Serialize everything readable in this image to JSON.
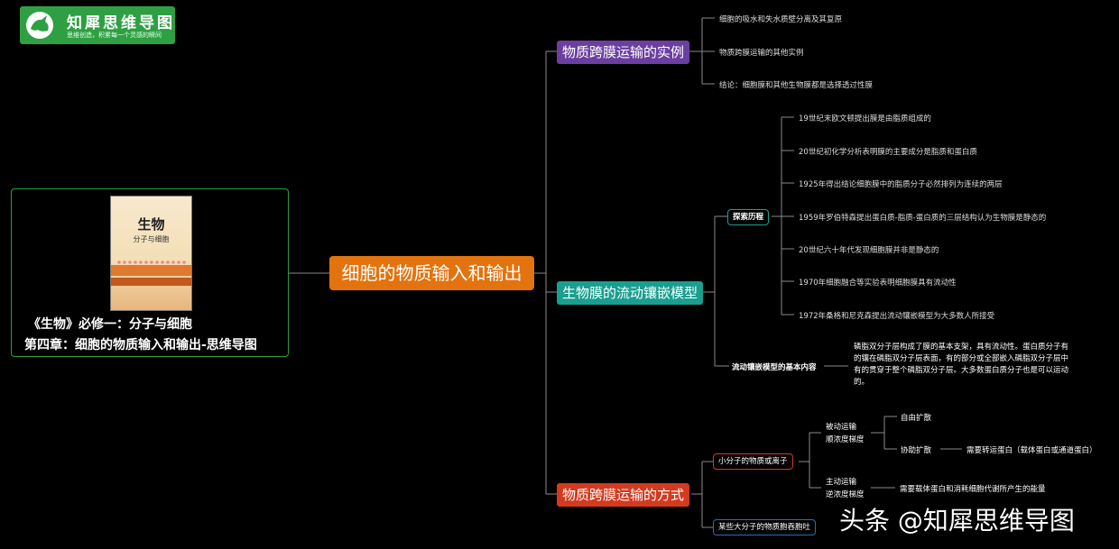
{
  "logo": {
    "title": "知犀思维导图",
    "slogan": "思维创造，积累每一个灵感的瞬间"
  },
  "cover": {
    "book_title": "生物",
    "book_subtitle": "分子与细胞"
  },
  "caption": {
    "line1": "《生物》必修一：分子与细胞",
    "line2": "第四章：细胞的物质输入和输出-思维导图"
  },
  "root": "细胞的物质输入和输出",
  "branch_examples": {
    "label": "物质跨膜运输的实例",
    "items": [
      "细胞的吸水和失水质壁分离及其复原",
      "物质跨膜运输的其他实例",
      "结论：细胞膜和其他生物膜都是选择透过性膜"
    ]
  },
  "branch_model": {
    "label": "生物膜的流动镶嵌模型",
    "history": {
      "label": "探索历程",
      "items": [
        "19世纪末欧文顿提出膜是由脂质组成的",
        "20世纪初化学分析表明膜的主要成分是脂质和蛋白质",
        "1925年得出结论细胞膜中的脂质分子必然排列为连续的两层",
        "1959年罗伯特森提出蛋白质-脂质-蛋白质的三层结构认为生物膜是静态的",
        "20世纪六十年代发现细胞膜并非是静态的",
        "1970年细胞融合等实验表明细胞膜具有流动性",
        "1972年桑格和尼克森提出流动镶嵌模型为大多数人所接受"
      ]
    },
    "content": {
      "label": "流动镶嵌模型的基本内容",
      "text": "磷脂双分子层构成了膜的基本支架，具有流动性。蛋白质分子有的镶在磷脂双分子层表面，有的部分或全部嵌入磷脂双分子层中有的贯穿于整个磷脂双分子层。大多数蛋白质分子也是可以运动的。"
    }
  },
  "branch_methods": {
    "label": "物质跨膜运输的方式",
    "small": {
      "label": "小分子的物质或离子",
      "passive": {
        "line1": "被动运输",
        "line2": "顺浓度梯度",
        "free": "自由扩散",
        "facilitated": "协助扩散",
        "facilitated_note": "需要转运蛋白（载体蛋白或通道蛋白）"
      },
      "active": {
        "line1": "主动运输",
        "line2": "逆浓度梯度",
        "note": "需要载体蛋白和消耗细胞代谢所产生的能量"
      }
    },
    "large": {
      "label": "某些大分子的物质胞吞胞吐"
    }
  },
  "watermark": "头条 @知犀思维导图",
  "colors": {
    "background": "#000000",
    "root": "#e3730e",
    "examples": "#6b3fa0",
    "model": "#1a9e8f",
    "methods": "#d33a1f",
    "logo": "#2ea043"
  }
}
